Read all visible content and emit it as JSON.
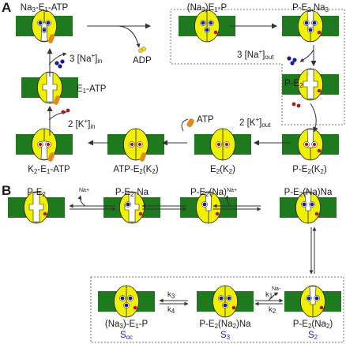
{
  "panels": {
    "a": "A",
    "b": "B"
  },
  "colors": {
    "membrane": "#1f7a1f",
    "protein": "#f0f000",
    "outline": "#222222",
    "na": "#1c1c8c",
    "k": "#b01818",
    "atp": "#e08a1e",
    "blue_label": "#1a1ad0"
  },
  "panel_a": {
    "states": [
      {
        "id": "na3-e1-atp",
        "label": [
          "Na",
          "3",
          "-E",
          "1",
          "-ATP"
        ]
      },
      {
        "id": "na3-e1-p",
        "label": [
          "(Na",
          "3",
          ")E",
          "1",
          "-P"
        ]
      },
      {
        "id": "p-e2-na3",
        "label": [
          "P-E",
          "2",
          ".Na",
          "3",
          ""
        ]
      },
      {
        "id": "e1-atp",
        "label": [
          "E",
          "1",
          "-ATP",
          "",
          ""
        ]
      },
      {
        "id": "p-e2",
        "label": [
          "P-E",
          "2",
          "",
          "",
          ""
        ]
      },
      {
        "id": "k2-e1-atp",
        "label": [
          "K",
          "2",
          "-E",
          "1",
          "-ATP"
        ]
      },
      {
        "id": "atp-e2-k2",
        "label": [
          "ATP-E",
          "2",
          "(K",
          "2",
          ")"
        ]
      },
      {
        "id": "e2-k2",
        "label": [
          "E",
          "2",
          "(K",
          "2",
          ")"
        ]
      },
      {
        "id": "p-e2-k2",
        "label": [
          "P-E",
          "2",
          "(K",
          "2",
          ")"
        ]
      }
    ],
    "annotations": {
      "na_in": [
        "3 [Na",
        "+",
        "]",
        "in",
        ""
      ],
      "adp": [
        "ADP",
        "",
        "",
        "",
        ""
      ],
      "na_out": [
        "3 [Na",
        "+",
        "]",
        "out",
        ""
      ],
      "k_in": [
        "2 [K",
        "+",
        "]",
        "in",
        ""
      ],
      "atp": [
        "ATP",
        "",
        "",
        "",
        ""
      ],
      "k_out": [
        "2 [K",
        "+",
        "]",
        "out",
        ""
      ]
    }
  },
  "panel_b": {
    "states": [
      {
        "id": "b-p-e2",
        "label": [
          "P-E",
          "2",
          "",
          "",
          ""
        ]
      },
      {
        "id": "b-p-e2-na",
        "label": [
          "P-E",
          "2",
          "-Na",
          "",
          ""
        ]
      },
      {
        "id": "b-p-e2-nab",
        "label": [
          "P-E",
          "2",
          "(Na)",
          "",
          ""
        ]
      },
      {
        "id": "b-p-e2-na-na",
        "label": [
          "P-E",
          "2",
          "(Na)Na",
          "",
          ""
        ]
      },
      {
        "id": "b-na3-e1-p",
        "label": [
          "(Na",
          "3",
          ")-E",
          "1",
          "-P"
        ],
        "substate": "S",
        "substate_sub": "oc"
      },
      {
        "id": "b-p-e2-na2-na",
        "label": [
          "P-E",
          "2",
          "(Na",
          "2",
          ")Na"
        ],
        "substate": "S",
        "substate_sub": "3"
      },
      {
        "id": "b-p-e2-na2",
        "label": [
          "P-E",
          "2",
          "(Na",
          "2",
          ")"
        ],
        "substate": "S",
        "substate_sub": "2"
      }
    ],
    "annotations": {
      "na_plus_1": "Na+",
      "na_plus_2": "Na+",
      "na_plus_3": "Na-"
    },
    "rate_constants": {
      "k1": [
        "k",
        "1"
      ],
      "k2": [
        "k",
        "2"
      ],
      "k3": [
        "k",
        "3"
      ],
      "k4": [
        "k",
        "4"
      ]
    }
  }
}
